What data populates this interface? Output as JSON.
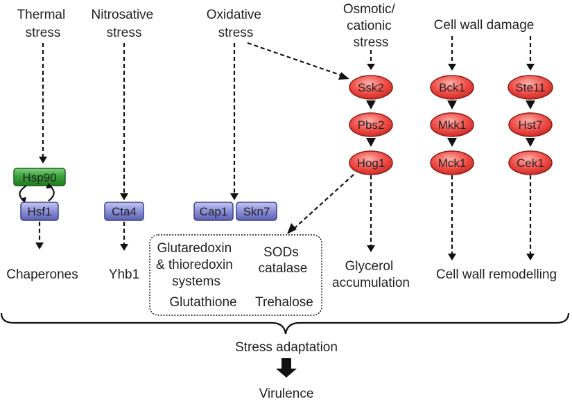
{
  "stresses": {
    "thermal": [
      "Thermal",
      "stress"
    ],
    "nitrosative": [
      "Nitrosative",
      "stress"
    ],
    "oxidative": [
      "Oxidative",
      "stress"
    ],
    "osmotic": [
      "Osmotic/",
      "cationic",
      "stress"
    ],
    "cell_wall": [
      "Cell wall damage"
    ]
  },
  "proteins": {
    "hsp90": "Hsp90",
    "hsf1": "Hsf1",
    "cta4": "Cta4",
    "cap1": "Cap1",
    "skn7": "Skn7"
  },
  "kinases": {
    "hog": [
      "Ssk2",
      "Pbs2",
      "Hog1"
    ],
    "cell_wall_a": [
      "Bck1",
      "Mkk1",
      "Mck1"
    ],
    "cell_wall_b": [
      "Ste11",
      "Hst7",
      "Cek1"
    ]
  },
  "outputs": {
    "chaperones": "Chaperones",
    "yhb1": "Yhb1",
    "glutaredoxin": [
      "Glutaredoxin",
      "& thioredoxin",
      "systems"
    ],
    "sods": [
      "SODs",
      "catalase"
    ],
    "glutathione": "Glutathione",
    "trehalose": "Trehalose",
    "glycerol": [
      "Glycerol",
      "accumulation"
    ],
    "cell_wall_remodelling": "Cell wall remodelling"
  },
  "summary": {
    "adaptation": "Stress adaptation",
    "virulence": "Virulence"
  },
  "colors": {
    "hsp90_fill": "#3aa33a",
    "hsp90_stroke": "#1d5e1d",
    "blue_fill": "#8a8fd6",
    "blue_stroke": "#3a3f85",
    "red_fill": "#f0504a",
    "red_stroke": "#8a1a16"
  }
}
